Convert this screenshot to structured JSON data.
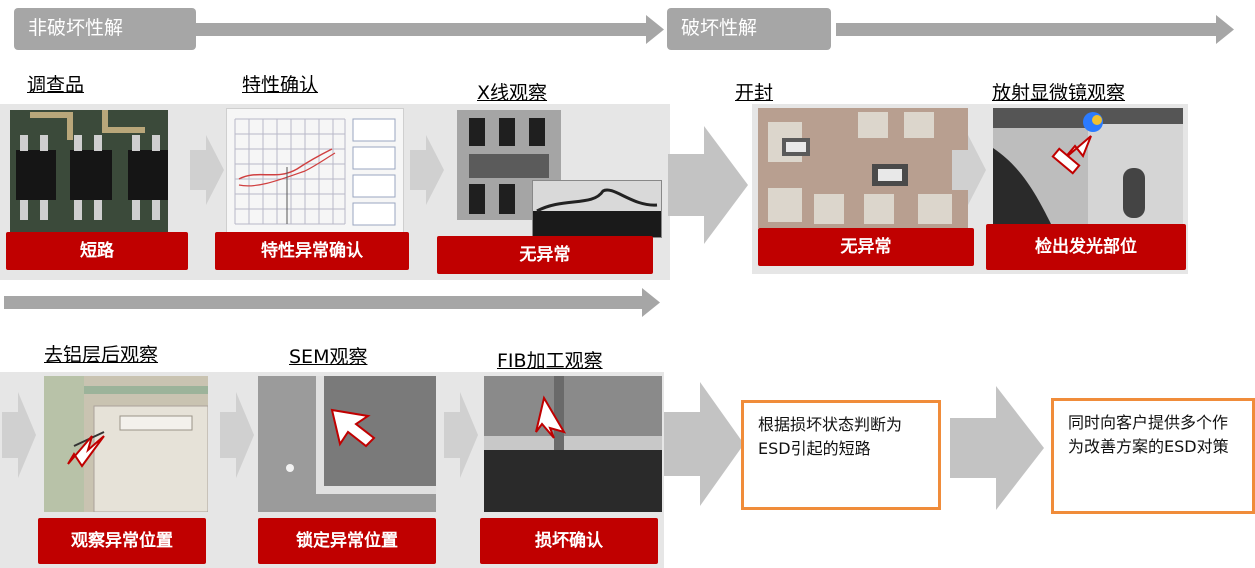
{
  "phases": {
    "non_destructive": "非破坏性解",
    "destructive": "破坏性解"
  },
  "row1": {
    "s1": {
      "title": "调查品",
      "label": "短路"
    },
    "s2": {
      "title": "特性确认",
      "label": "特性异常确认"
    },
    "s3": {
      "title": "X线观察",
      "label": "无异常"
    },
    "s4": {
      "title": "开封",
      "label": "无异常"
    },
    "s5": {
      "title": "放射显微镜观察",
      "label": "检出发光部位"
    }
  },
  "row2": {
    "s1": {
      "title": "去铝层后观察",
      "label": "观察异常位置"
    },
    "s2": {
      "title": "SEM观察",
      "label": "锁定异常位置"
    },
    "s3": {
      "title": "FIB加工观察",
      "label": "损坏确认"
    }
  },
  "conclusions": {
    "c1": "根据损坏状态判断为ESD引起的短路",
    "c2": "同时向客户提供多个作为改善方案的ESD对策"
  },
  "colors": {
    "label_red": "#c00000",
    "phase_grey": "#a6a6a6",
    "note_border": "#f08c3a"
  }
}
